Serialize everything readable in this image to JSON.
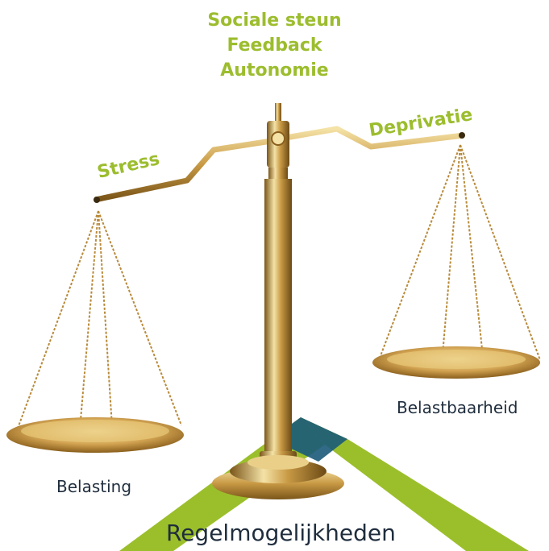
{
  "top_factors": [
    "Sociale steun",
    "Feedback",
    "Autonomie"
  ],
  "left_arm_label": "Stress",
  "right_arm_label": "Deprivatie",
  "left_pan_label": "Belasting",
  "right_pan_label": "Belastbaarheid",
  "base_label": "Regelmogelijkheden",
  "colors": {
    "accent_green": "#9cbd2e",
    "band_green": "#9bbf2b",
    "band_blue": "#1b5a7a",
    "text_dark": "#1f2d3d",
    "gold_light": "#f4e2a6",
    "gold_mid": "#c99a45",
    "gold_dark": "#7a5519"
  }
}
